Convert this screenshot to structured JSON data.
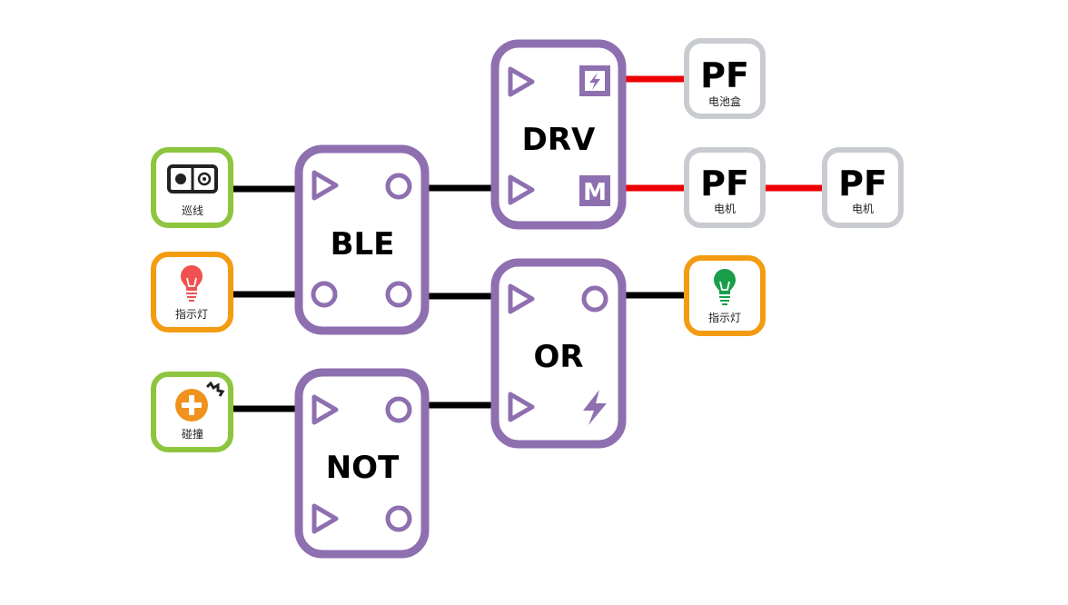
{
  "colors": {
    "gate": "#8e6fb0",
    "sensor_green": "#8cc63f",
    "output_orange": "#f39c12",
    "pf_gray": "#c8cbd0",
    "wire_data": "#000000",
    "wire_power": "#ee0000",
    "bulb_red": "#f05050",
    "bulb_green": "#1a9e4a",
    "collision_orange": "#f0931e"
  },
  "modules": {
    "line_tracker": {
      "label": "巡线",
      "icon": "line-tracker-sensor-icon",
      "type": "sensor"
    },
    "indicator_red": {
      "label": "指示灯",
      "icon": "lightbulb-icon",
      "type": "output"
    },
    "collision": {
      "label": "碰撞",
      "icon": "collision-sensor-icon",
      "type": "sensor"
    },
    "ble": {
      "label": "BLE",
      "ports": [
        "input-triangle",
        "output-circle",
        "circle",
        "output-circle"
      ]
    },
    "not": {
      "label": "NOT",
      "ports": [
        "input-triangle",
        "output-circle",
        "input-triangle",
        "output-circle"
      ]
    },
    "drv": {
      "label": "DRV",
      "ports": [
        "input-triangle",
        "power-square",
        "input-triangle",
        "motor-square"
      ],
      "motor_port_label": "M"
    },
    "or": {
      "label": "OR",
      "ports": [
        "input-triangle",
        "output-circle",
        "input-triangle",
        "lightning"
      ]
    },
    "pf_battery": {
      "title": "PF",
      "label": "电池盒"
    },
    "pf_motor_1": {
      "title": "PF",
      "label": "电机"
    },
    "pf_motor_2": {
      "title": "PF",
      "label": "电机"
    },
    "indicator_green": {
      "label": "指示灯",
      "icon": "lightbulb-icon",
      "type": "output"
    }
  },
  "connections": [
    {
      "from": "line_tracker",
      "to": "ble",
      "kind": "data"
    },
    {
      "from": "indicator_red",
      "to": "ble",
      "kind": "data"
    },
    {
      "from": "collision",
      "to": "not",
      "kind": "data"
    },
    {
      "from": "ble",
      "to": "drv",
      "kind": "data"
    },
    {
      "from": "ble",
      "to": "or",
      "kind": "data"
    },
    {
      "from": "not",
      "to": "or",
      "kind": "data"
    },
    {
      "from": "drv",
      "to": "pf_battery",
      "kind": "power"
    },
    {
      "from": "drv",
      "to": "pf_motor_1",
      "kind": "power"
    },
    {
      "from": "pf_motor_1",
      "to": "pf_motor_2",
      "kind": "power"
    },
    {
      "from": "or",
      "to": "indicator_green",
      "kind": "data"
    }
  ]
}
